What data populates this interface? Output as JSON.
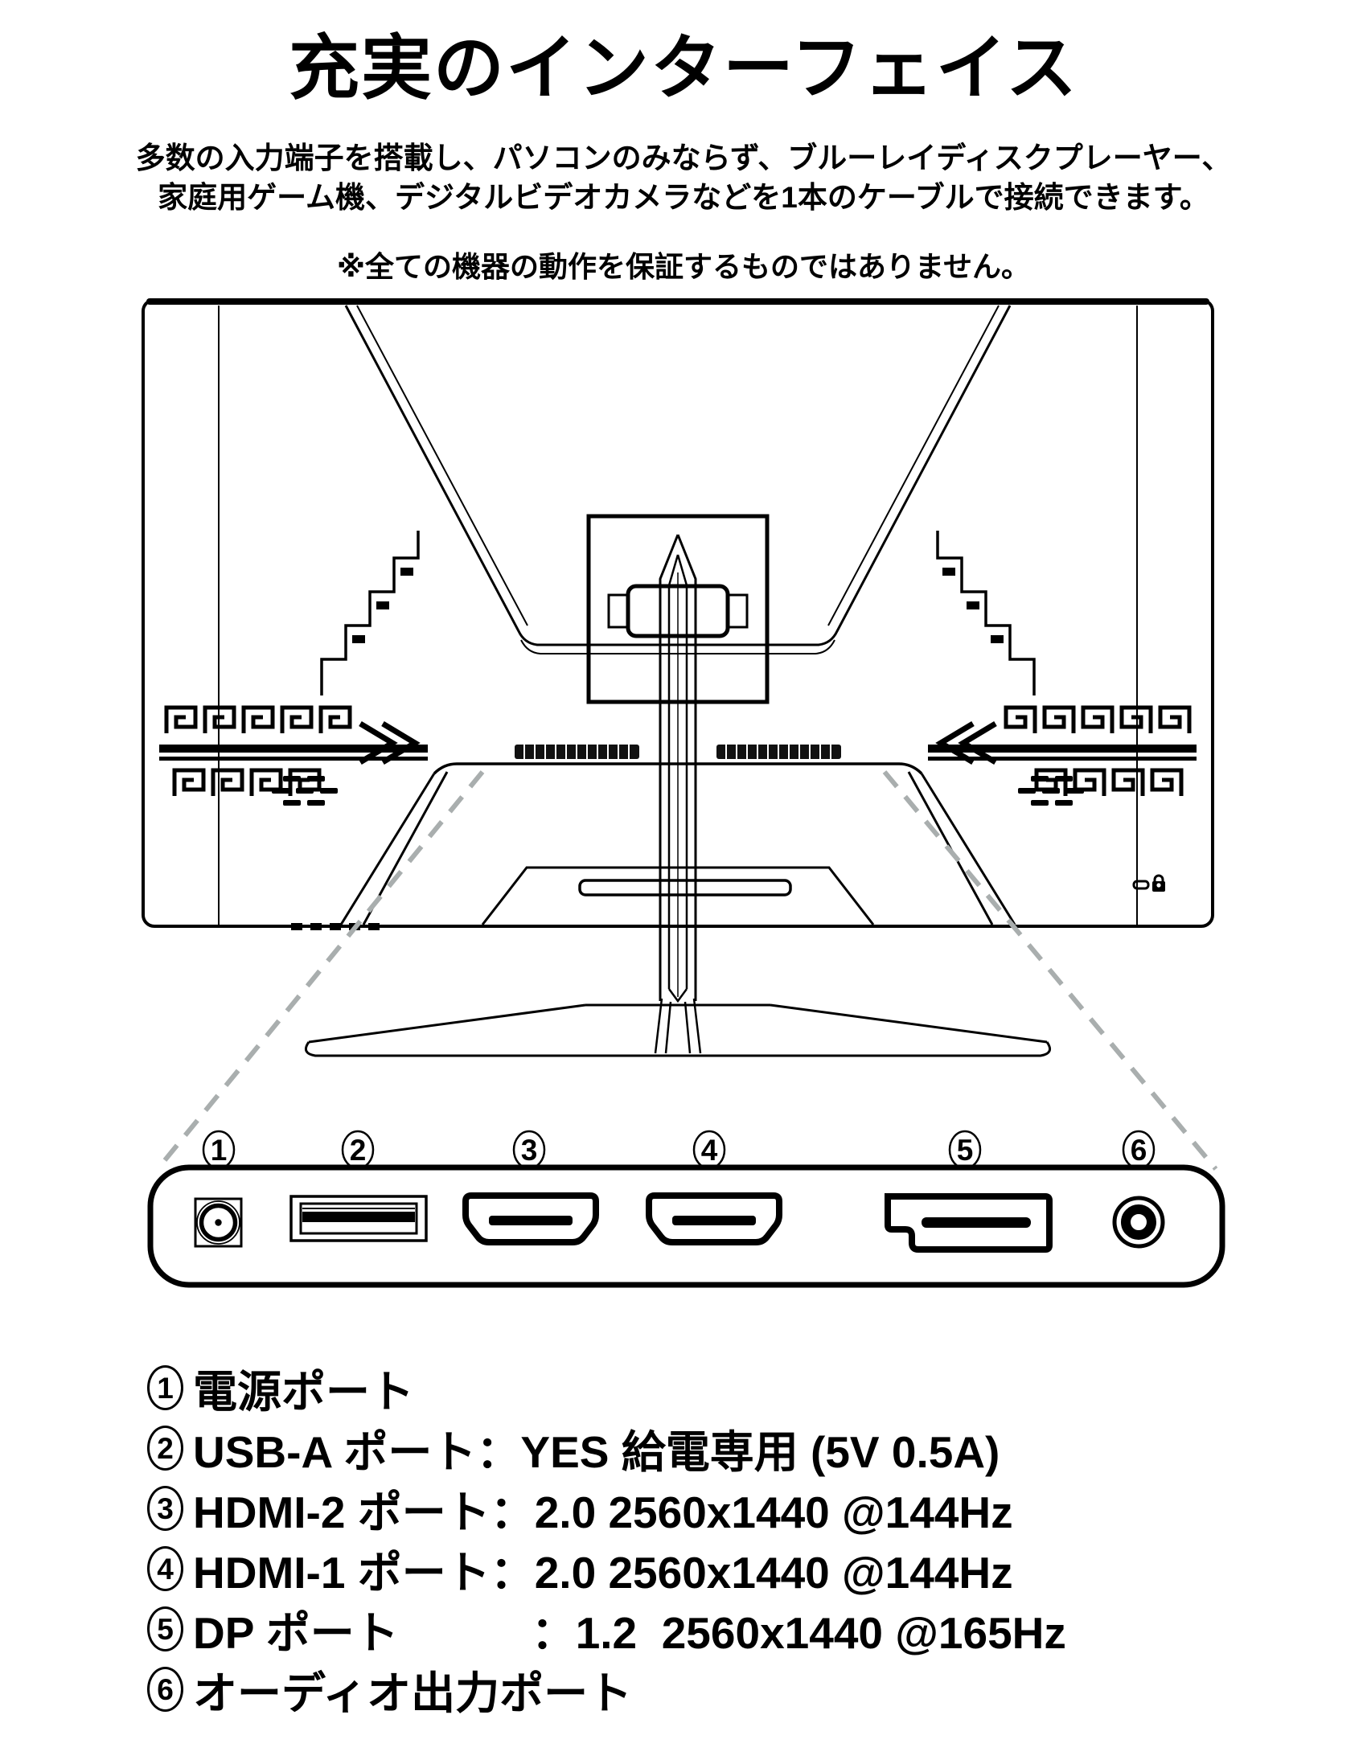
{
  "header": {
    "title": "充実のインターフェイス",
    "description_line1": "多数の入力端子を搭載し、パソコンのみならず、ブルーレイディスクプレーヤー、",
    "description_line2": "家庭用ゲーム機、デジタルビデオカメラなどを1本のケーブルで接続できます。",
    "note": "※全ての機器の動作を保証するものではありません。"
  },
  "diagram": {
    "type": "monitor-rear-view-line-drawing",
    "callouts": [
      "1",
      "2",
      "3",
      "4",
      "5",
      "6"
    ],
    "ports": [
      {
        "num": "1",
        "icon": "dc-power-port-icon"
      },
      {
        "num": "2",
        "icon": "usb-a-port-icon"
      },
      {
        "num": "3",
        "icon": "hdmi-port-icon"
      },
      {
        "num": "4",
        "icon": "hdmi-port-icon"
      },
      {
        "num": "5",
        "icon": "displayport-port-icon"
      },
      {
        "num": "6",
        "icon": "audio-jack-icon"
      }
    ],
    "colors": {
      "line": "#000000",
      "dashed_leader": "#a9aeae",
      "background": "#ffffff"
    }
  },
  "legend": {
    "items": [
      {
        "num": "1",
        "label": "電源ポート"
      },
      {
        "num": "2",
        "label": "USB-A ポート：YES 給電専用 (5V 0.5A)"
      },
      {
        "num": "3",
        "label": "HDMI-2 ポート：2.0 2560x1440 @144Hz"
      },
      {
        "num": "4",
        "label": "HDMI-1 ポート：2.0 2560x1440 @144Hz"
      },
      {
        "num": "5",
        "label": "DP ポート　　　：1.2  2560x1440 @165Hz"
      },
      {
        "num": "6",
        "label": "オーディオ出力ポート"
      }
    ]
  }
}
